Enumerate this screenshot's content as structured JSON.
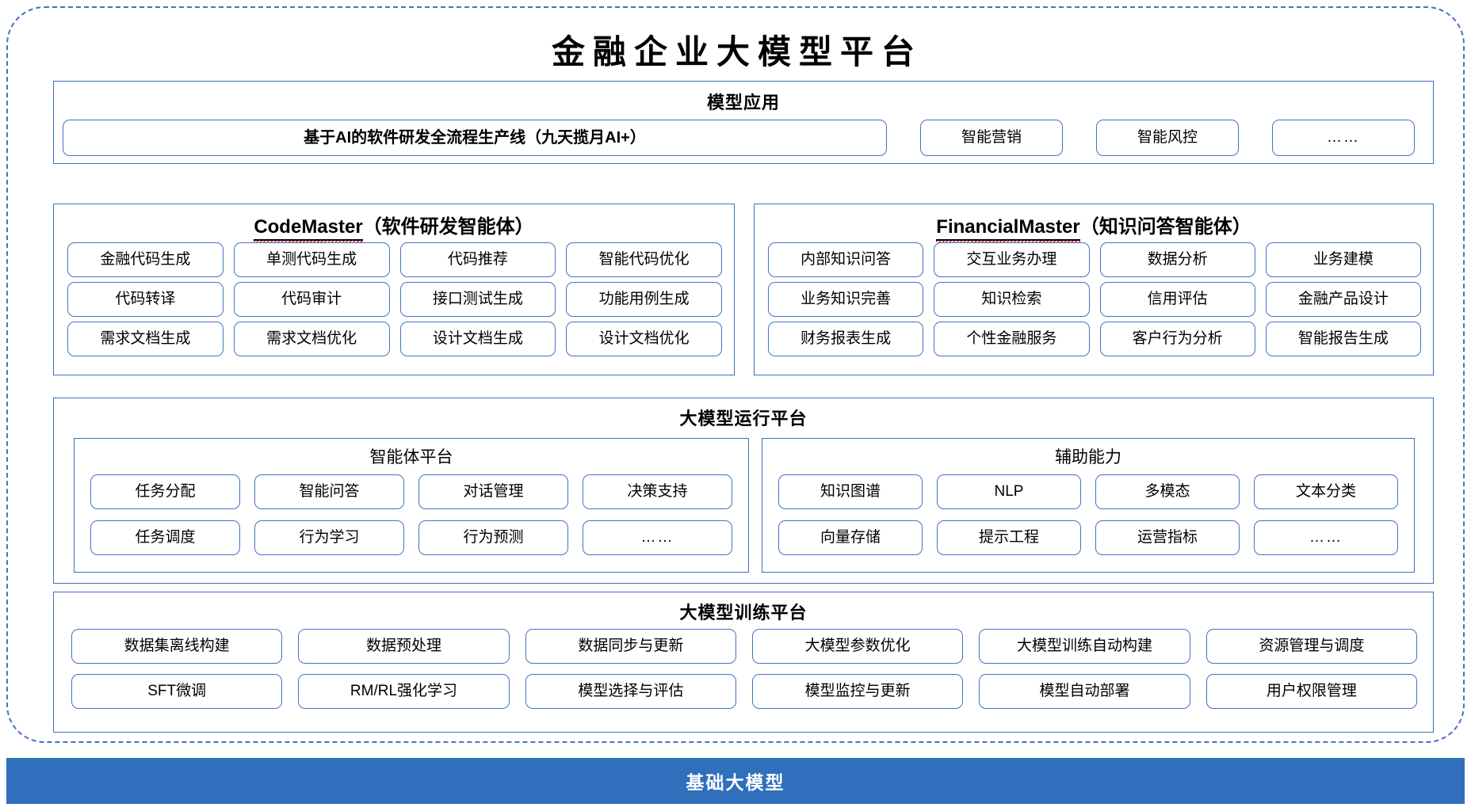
{
  "title": "金融企业大模型平台",
  "colors": {
    "frame_border": "#4472C4",
    "card_border": "#3A6FC4",
    "pill_border": "#4472C4",
    "footer_bg": "#2F6FBB",
    "footer_text": "#FFFFFF",
    "spellcheck_squiggle": "#E03131"
  },
  "sections": {
    "applications": {
      "title": "模型应用",
      "primary_pill": "基于AI的软件研发全流程生产线（九天揽月AI+）",
      "pills": [
        "智能营销",
        "智能风控",
        "……"
      ]
    },
    "code_master": {
      "title_en": "CodeMaster",
      "title_cn": "（软件研发智能体）",
      "items": [
        "金融代码生成",
        "单测代码生成",
        "代码推荐",
        "智能代码优化",
        "代码转译",
        "代码审计",
        "接口测试生成",
        "功能用例生成",
        "需求文档生成",
        "需求文档优化",
        "设计文档生成",
        "设计文档优化"
      ]
    },
    "financial_master": {
      "title_en": "FinancialMaster",
      "title_cn": "（知识问答智能体）",
      "items": [
        "内部知识问答",
        "交互业务办理",
        "数据分析",
        "业务建模",
        "业务知识完善",
        "知识检索",
        "信用评估",
        "金融产品设计",
        "财务报表生成",
        "个性金融服务",
        "客户行为分析",
        "智能报告生成"
      ]
    },
    "runtime_platform": {
      "title": "大模型运行平台",
      "agent_platform": {
        "title": "智能体平台",
        "items": [
          "任务分配",
          "智能问答",
          "对话管理",
          "决策支持",
          "任务调度",
          "行为学习",
          "行为预测",
          "……"
        ]
      },
      "auxiliary": {
        "title": "辅助能力",
        "items": [
          "知识图谱",
          "NLP",
          "多模态",
          "文本分类",
          "向量存储",
          "提示工程",
          "运营指标",
          "……"
        ]
      }
    },
    "training_platform": {
      "title": "大模型训练平台",
      "items": [
        "数据集离线构建",
        "数据预处理",
        "数据同步与更新",
        "大模型参数优化",
        "大模型训练自动构建",
        "资源管理与调度",
        "SFT微调",
        "RM/RL强化学习",
        "模型选择与评估",
        "模型监控与更新",
        "模型自动部署",
        "用户权限管理"
      ]
    }
  },
  "footer": {
    "label": "基础大模型"
  }
}
